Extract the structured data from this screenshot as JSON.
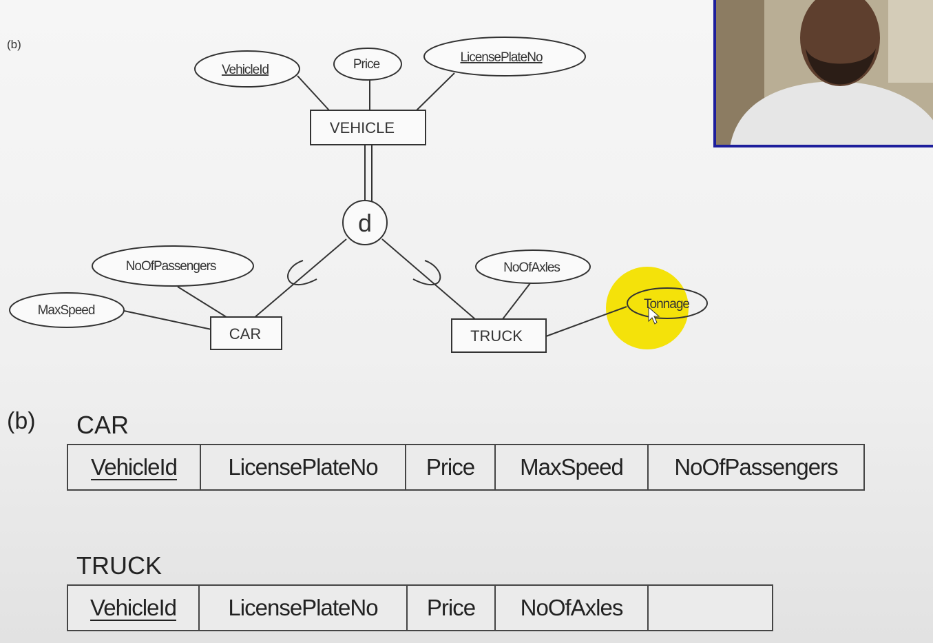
{
  "figure_tag": "(b)",
  "er_diagram": {
    "entities": {
      "vehicle": "VEHICLE",
      "car": "CAR",
      "truck": "TRUCK"
    },
    "specialization_symbol": "d",
    "attributes": {
      "vehicle_id": "VehicleId",
      "price": "Price",
      "license_plate_no": "LicensePlateNo",
      "no_of_passengers": "NoOfPassengers",
      "max_speed": "MaxSpeed",
      "no_of_axles": "NoOfAxles",
      "tonnage": "Tonnage"
    }
  },
  "schema": {
    "tag": "(b)",
    "car": {
      "name": "CAR",
      "columns": [
        "VehicleId",
        "LicensePlateNo",
        "Price",
        "MaxSpeed",
        "NoOfPassengers"
      ]
    },
    "truck": {
      "name": "TRUCK",
      "columns": [
        "VehicleId",
        "LicensePlateNo",
        "Price",
        "NoOfAxles",
        ""
      ]
    }
  },
  "colors": {
    "highlight": "#f4e20a",
    "webcam_border": "#1d1e9c"
  }
}
